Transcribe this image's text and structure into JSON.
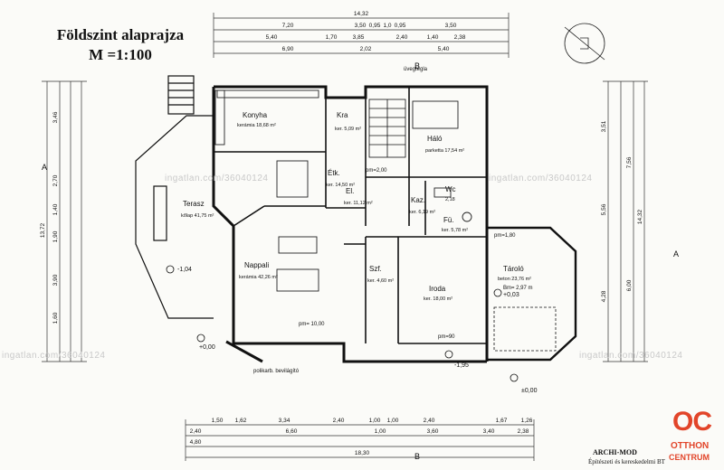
{
  "title": {
    "line1": "Földszint alaprajza",
    "line2": "M =1:100"
  },
  "watermark": "ingatlan.com/36040124",
  "logo": {
    "mark": "OC",
    "line1": "OTTHON",
    "line2": "CENTRUM",
    "color": "#e2452a"
  },
  "firm": {
    "name": "ARCHI-MOD",
    "sub": "Építészeti és kereskedelmi BT"
  },
  "rooms": [
    {
      "name": "Konyha",
      "floor": "kerámia 18,68 m²"
    },
    {
      "name": "Kra",
      "floor": "ker. 5,09 m²"
    },
    {
      "name": "Háló",
      "floor": "parketta 17,54 m²"
    },
    {
      "name": "Étk.",
      "floor": "ker. 14,50 m²"
    },
    {
      "name": "Terasz",
      "floor": "kőlap 41,75 m²"
    },
    {
      "name": "Nappali",
      "floor": "kerámia 42,26 m²"
    },
    {
      "name": "El.",
      "floor": "ker. 11,12 m²"
    },
    {
      "name": "Kaz.",
      "floor": "ker. 6,19 m²"
    },
    {
      "name": "Wc",
      "floor": "2,18"
    },
    {
      "name": "Fü.",
      "floor": "ker. 5,78 m²"
    },
    {
      "name": "Szf.",
      "floor": "ker. 4,60 m²"
    },
    {
      "name": "Iroda",
      "floor": "ker. 18,00 m²"
    },
    {
      "name": "Tároló",
      "floor": "beton 23,76 m²"
    }
  ],
  "labels": {
    "uvegtegla": "üvegtégla",
    "policarb": "polikarb. bevilágító",
    "pm200": "pm=2,00",
    "pm180": "pm=1,80",
    "pm90": "pm=90",
    "pm1000": "pm= 10,00",
    "bm": "Bm= 2,97 m",
    "section_a": "A",
    "section_b": "B"
  },
  "levels": [
    "+0,00",
    "-1,04",
    "+0,03",
    "-1,95",
    "±0,00"
  ],
  "dims": {
    "top_total": "14,32",
    "top_row1": [
      "7,20",
      "3,50",
      "0,95",
      "1,0",
      "0,95",
      "3,50"
    ],
    "top_row2": [
      "5,40",
      "1,70",
      "3,85",
      "2,40",
      "1,40",
      "2,38"
    ],
    "top_row3": [
      "6,90",
      "2,02",
      "5,40"
    ],
    "bottom_total": "18,30",
    "bottom_row1": [
      "1,50",
      "1,62",
      "3,34",
      "2,40",
      "1,00",
      "1,00",
      "2,40",
      "1,67",
      "1,26"
    ],
    "bottom_row2": [
      "2,40",
      "6,60",
      "1,00",
      "3,60",
      "3,40",
      "2,38"
    ],
    "bottom_row3": [
      "4,80"
    ],
    "left_total": "13,72",
    "left_row1": [
      "3,46",
      "2,70",
      "1,40",
      "1,90",
      "3,90",
      "1,60"
    ],
    "right_total": "14,32",
    "right_row1": [
      "3,51",
      "5,56",
      "4,28"
    ],
    "right_row2": [
      "7,56",
      "6,00"
    ]
  }
}
